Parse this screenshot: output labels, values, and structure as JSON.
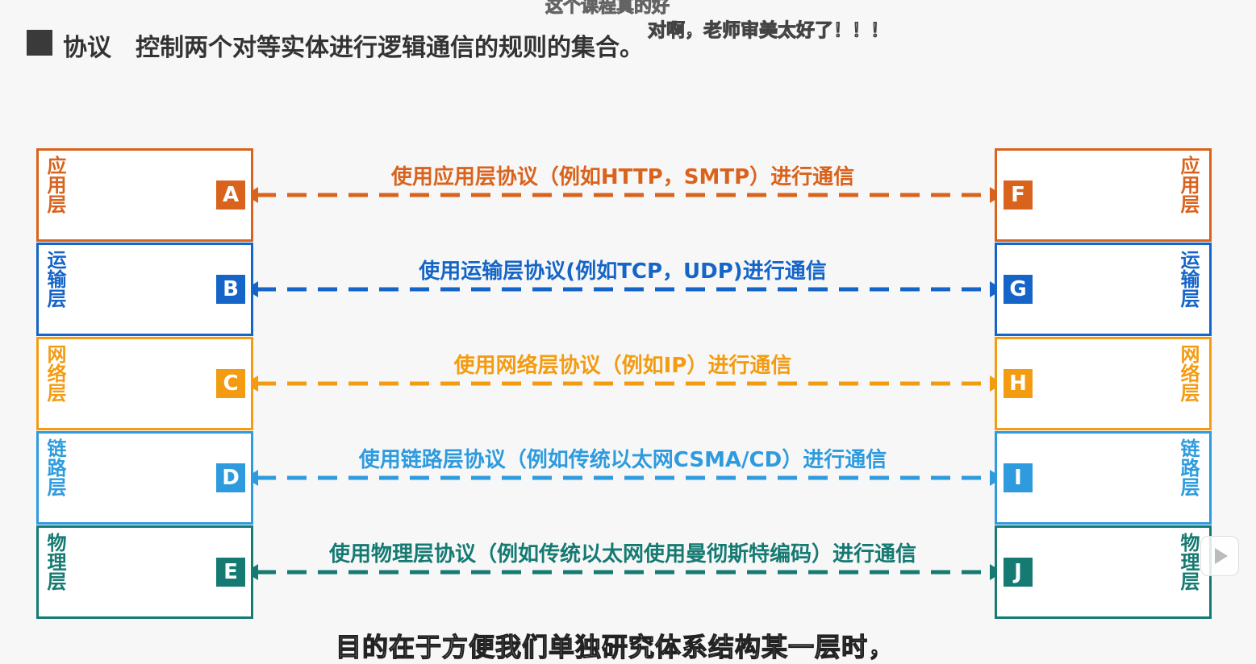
{
  "header": {
    "term": "协议",
    "definition": "控制两个对等实体进行逻辑通信的规则的集合。"
  },
  "danmaku": {
    "top": "这个课程真的好",
    "line": "对啊，老师审美太好了！！！"
  },
  "layers": [
    {
      "name": "应用层",
      "left_entity": "A",
      "right_entity": "F",
      "color": "#d9631c",
      "protocol_text": "使用应用层协议（例如HTTP，SMTP）进行通信"
    },
    {
      "name": "运输层",
      "left_entity": "B",
      "right_entity": "G",
      "color": "#1565c8",
      "protocol_text": "使用运输层协议(例如TCP，UDP)进行通信"
    },
    {
      "name": "网络层",
      "left_entity": "C",
      "right_entity": "H",
      "color": "#f39c12",
      "protocol_text": "使用网络层协议（例如IP）进行通信"
    },
    {
      "name": "链路层",
      "left_entity": "D",
      "right_entity": "I",
      "color": "#2e9bde",
      "protocol_text": "使用链路层协议（例如传统以太网CSMA/CD）进行通信"
    },
    {
      "name": "物理层",
      "left_entity": "E",
      "right_entity": "J",
      "color": "#157a72",
      "protocol_text": "使用物理层协议（例如传统以太网使用曼彻斯特编码）进行通信"
    }
  ],
  "subtitle": "目的在于方便我们单独研究体系结构某一层时，"
}
